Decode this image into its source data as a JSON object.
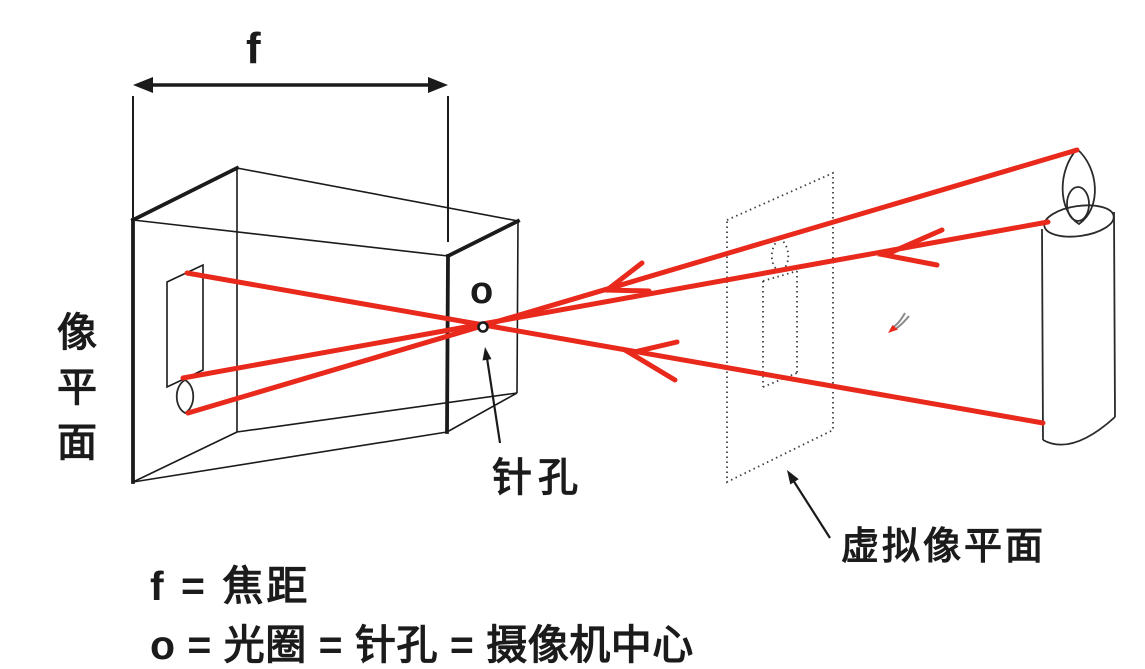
{
  "labels": {
    "focal_length_symbol": "f",
    "image_plane": "像平面",
    "camera_center_symbol": "o",
    "pinhole": "针孔",
    "virtual_image_plane": "虚拟像平面"
  },
  "legend": {
    "line1": "f = 焦距",
    "line2": "o = 光圈 = 针孔 = 摄像机中心"
  },
  "colors": {
    "ink": "#1b1b1b",
    "ray": "#e8291c",
    "dotted": "#3f3f3f",
    "background": "#ffffff"
  }
}
